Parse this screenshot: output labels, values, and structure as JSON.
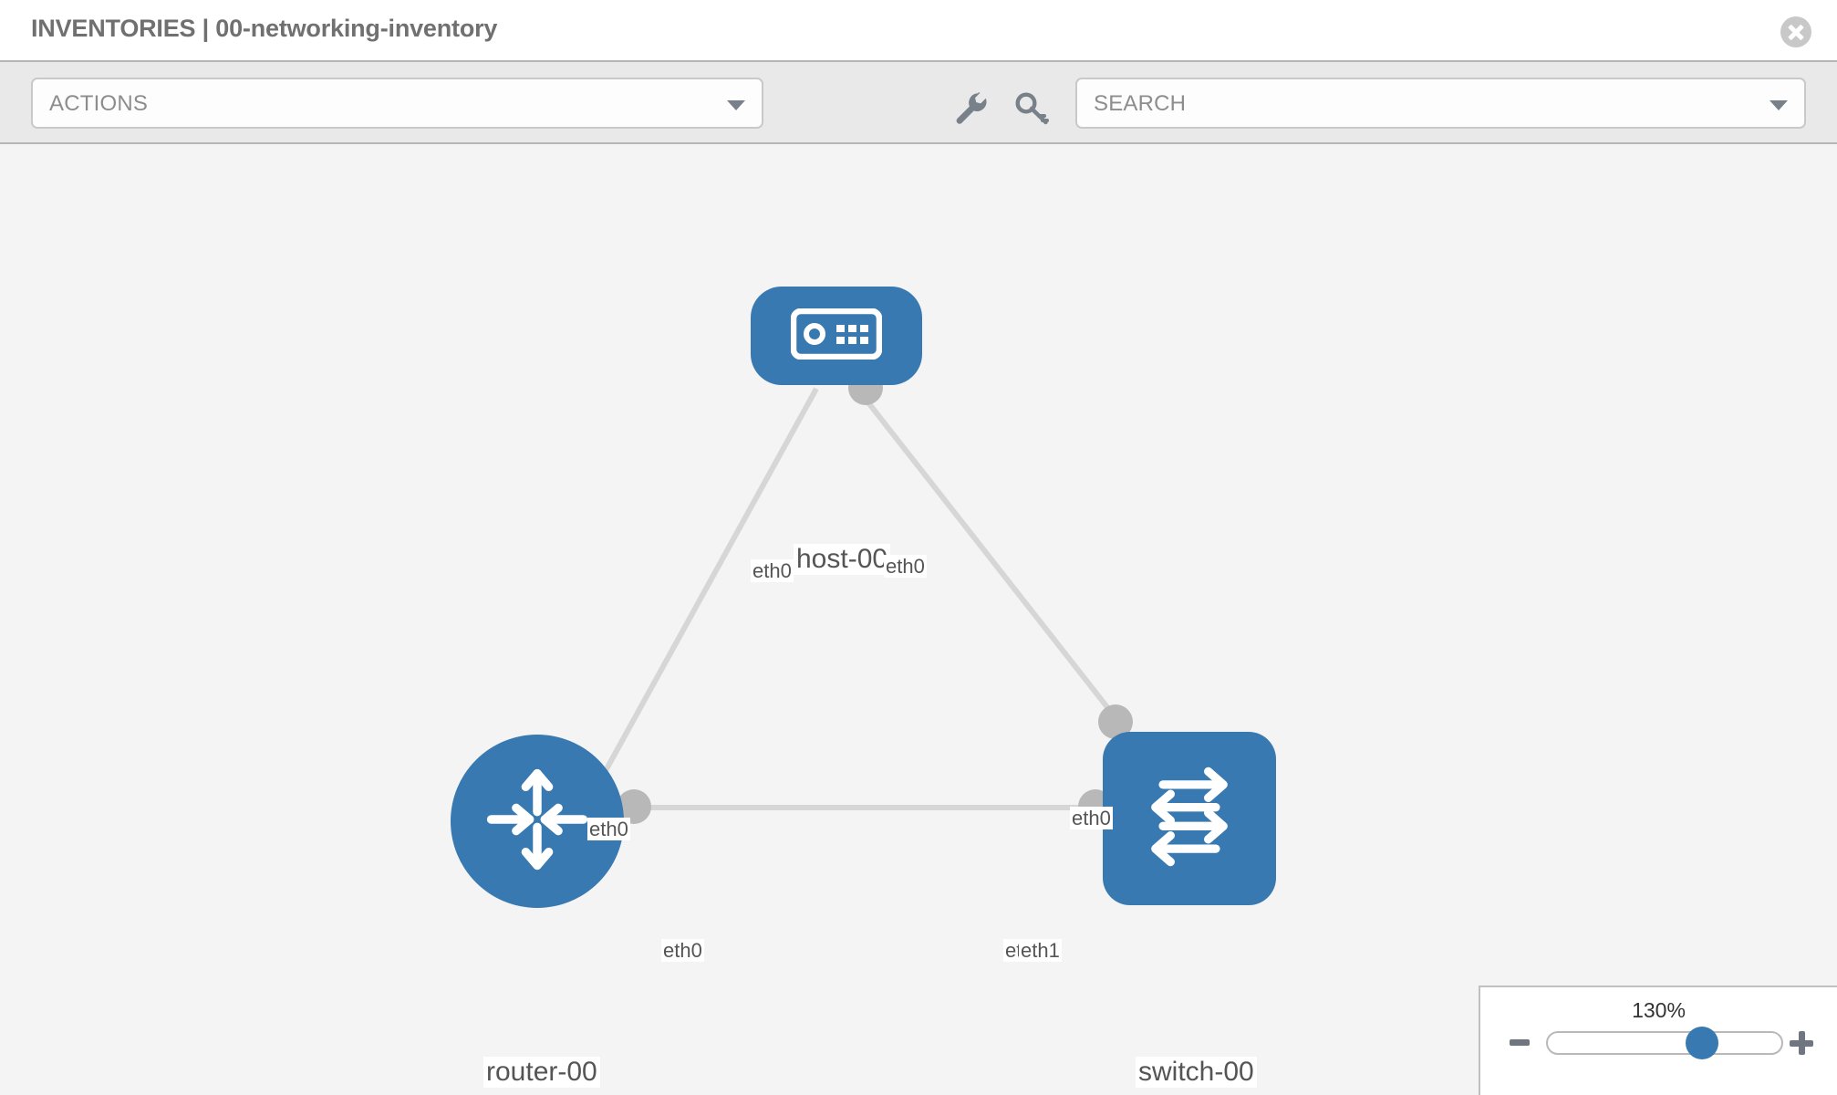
{
  "header": {
    "title": "INVENTORIES | 00-networking-inventory",
    "close_icon": "close-circle-icon"
  },
  "toolbar": {
    "actions": {
      "label": "ACTIONS",
      "caret_icon": "chevron-down-icon"
    },
    "search": {
      "placeholder": "SEARCH",
      "label": "SEARCH",
      "caret_icon": "chevron-down-icon"
    },
    "wrench_icon": "wrench-icon",
    "key_icon": "key-icon"
  },
  "topology": {
    "nodes": [
      {
        "id": "host-00",
        "label": "host-00",
        "type": "host",
        "icon": "server-icon"
      },
      {
        "id": "router-00",
        "label": "router-00",
        "type": "router",
        "icon": "router-arrows-icon"
      },
      {
        "id": "switch-00",
        "label": "switch-00",
        "type": "switch",
        "icon": "switch-arrows-icon"
      }
    ],
    "interface_labels": {
      "host_left": "eth0",
      "host_right": "eth0",
      "router_up": "eth0",
      "switch_up": "eth0",
      "router_right": "eth0",
      "switch_left_back": "eth0",
      "switch_left_front": "eth1"
    },
    "colors": {
      "node_blue": "#3779b0",
      "port_gray": "#b8b8b8",
      "edge_gray": "#d6d6d6",
      "canvas_bg": "#f4f4f4"
    }
  },
  "zoom_control": {
    "level": "130%",
    "minus_icon": "minus-icon",
    "plus_icon": "plus-icon",
    "slider_value": 60
  }
}
